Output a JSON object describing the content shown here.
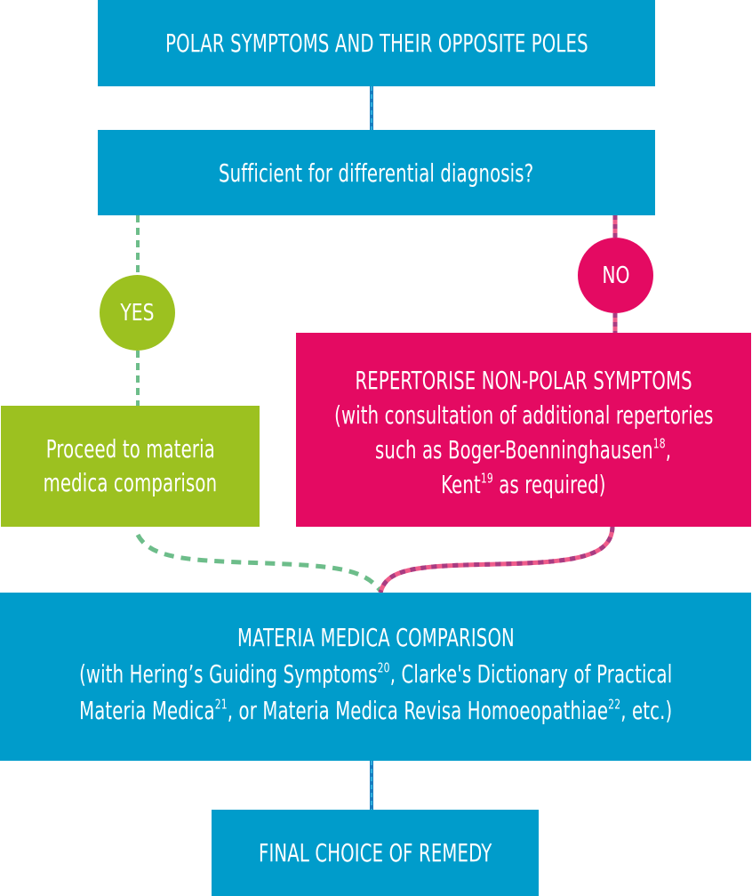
{
  "diagram": {
    "type": "flowchart",
    "nodes": {
      "polar": {
        "lines": [
          "POLAR SYMPTOMS AND THEIR OPPOSITE POLES"
        ]
      },
      "sufficient": {
        "lines": [
          "Sufficient for differential diagnosis?"
        ]
      },
      "yes_badge": {
        "label": "YES"
      },
      "no_badge": {
        "label": "NO"
      },
      "proceed": {
        "lines": [
          "Proceed to materia",
          "medica comparison"
        ]
      },
      "repertorise": {
        "title": "REPERTORISE NON-POLAR SYMPTOMS",
        "line2": "(with consultation of additional repertories",
        "line3_text": "such as Boger-Boenninghausen",
        "line3_ref": "18",
        "line3_tail": ",",
        "line4_text": "Kent",
        "line4_ref": "19",
        "line4_tail": " as required)"
      },
      "materia": {
        "title": "MATERIA MEDICA COMPARISON",
        "line2_a": "(with Hering’s Guiding Symptoms",
        "line2_ref": "20",
        "line2_b": ", Clarke's Dictionary of Practical",
        "line3_a": "Materia Medica",
        "line3_ref1": "21",
        "line3_b": ", or Materia Medica Revisa Homoeopathiae",
        "line3_ref2": "22",
        "line3_c": ", etc.)"
      },
      "final": {
        "lines": [
          "FINAL CHOICE OF REMEDY"
        ]
      }
    },
    "edges": [
      {
        "from": "polar",
        "to": "sufficient",
        "style": "solid"
      },
      {
        "from": "sufficient",
        "to": "yes_badge",
        "style": "dashed"
      },
      {
        "from": "yes_badge",
        "to": "proceed",
        "style": "dashed"
      },
      {
        "from": "sufficient",
        "to": "no_badge",
        "style": "striped"
      },
      {
        "from": "no_badge",
        "to": "repertorise",
        "style": "striped"
      },
      {
        "from": "proceed",
        "to": "materia",
        "style": "dashed"
      },
      {
        "from": "repertorise",
        "to": "materia",
        "style": "striped"
      },
      {
        "from": "materia",
        "to": "final",
        "style": "solid"
      }
    ],
    "colors": {
      "blue": "#009ccb",
      "green": "#9cc120",
      "pink": "#e40a62",
      "green_connector": "#6dbd8a",
      "pink_connector_a": "#ef5d8b",
      "pink_connector_b": "#a83c82",
      "blue_connector": "#1a7dbf"
    }
  }
}
